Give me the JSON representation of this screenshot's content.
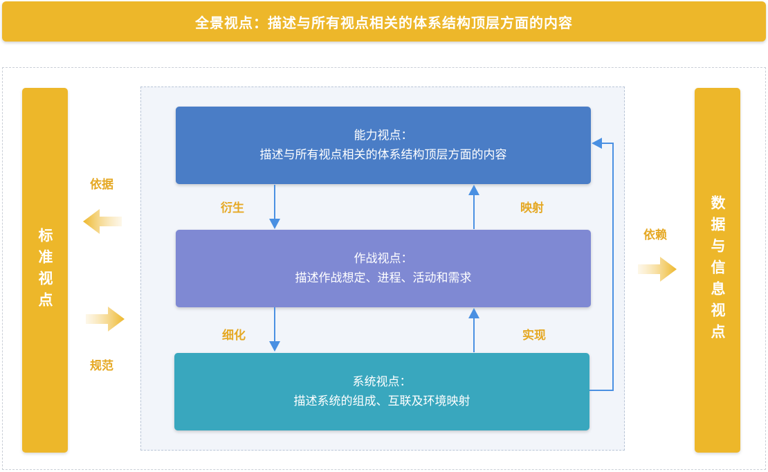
{
  "banner": {
    "title": "全景视点：描述与所有视点相关的体系结构顶层方面的内容"
  },
  "left_bar": {
    "label": "标准视点"
  },
  "right_bar": {
    "label": "数据与信息视点"
  },
  "views": {
    "capability": {
      "title": "能力视点：",
      "desc": "描述与所有视点相关的体系结构顶层方面的内容"
    },
    "operational": {
      "title": "作战视点：",
      "desc": "描述作战想定、进程、活动和需求"
    },
    "system": {
      "title": "系统视点：",
      "desc": "描述系统的组成、互联及环境映射"
    }
  },
  "relations": {
    "derive": "衍生",
    "map": "映射",
    "refine": "细化",
    "realize": "实现",
    "basis": "依据",
    "norm": "规范",
    "depend": "依赖"
  },
  "colors": {
    "accent": "#EDB72A",
    "label": "#E5A823",
    "capability": "#4A7DC6",
    "operational": "#7F89D3",
    "system": "#39A7BE",
    "connector": "#4A90E2"
  }
}
